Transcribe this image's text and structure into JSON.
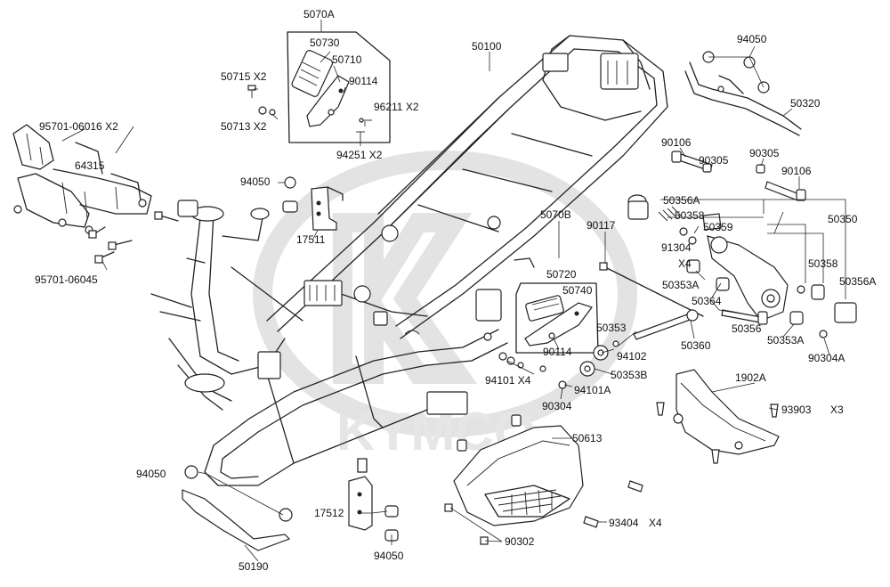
{
  "brand_watermark": "KYMCO",
  "labels": {
    "l_5070A": "5070A",
    "l_50730": "50730",
    "l_50710": "50710",
    "l_90114a": "90114",
    "l_50715": "50715 X2",
    "l_50713": "50713 X2",
    "l_96211": "96211 X2",
    "l_94251": "94251 X2",
    "l_95701_06016": "95701-06016 X2",
    "l_64315": "64315",
    "l_94050a": "94050",
    "l_17511": "17511",
    "l_95701_06045": "95701-06045",
    "l_50100": "50100",
    "l_94050b": "94050",
    "l_50320": "50320",
    "l_90106a": "90106",
    "l_90305a": "90305",
    "l_90305b": "90305",
    "l_90106b": "90106",
    "l_50356A_a": "50356A",
    "l_50358a": "50358",
    "l_50350": "50350",
    "l_50359": "50359",
    "l_5070B": "5070B",
    "l_90117": "90117",
    "l_91304": "91304",
    "l_X4a": "X4",
    "l_50358b": "50358",
    "l_50720": "50720",
    "l_50740": "50740",
    "l_50353A_a": "50353A",
    "l_50364": "50364",
    "l_50356A_b": "50356A",
    "l_50353": "50353",
    "l_50356": "50356",
    "l_50353A_b": "50353A",
    "l_90114b": "90114",
    "l_94102": "94102",
    "l_50360": "50360",
    "l_90304A": "90304A",
    "l_50353B": "50353B",
    "l_94101": "94101 X4",
    "l_94101A": "94101A",
    "l_1902A": "1902A",
    "l_90304": "90304",
    "l_93903": "93903",
    "l_X3": "X3",
    "l_50613": "50613",
    "l_94050c": "94050",
    "l_17512": "17512",
    "l_93404": "93404",
    "l_X4b": "X4",
    "l_90302": "90302",
    "l_94050d": "94050",
    "l_50190": "50190"
  }
}
